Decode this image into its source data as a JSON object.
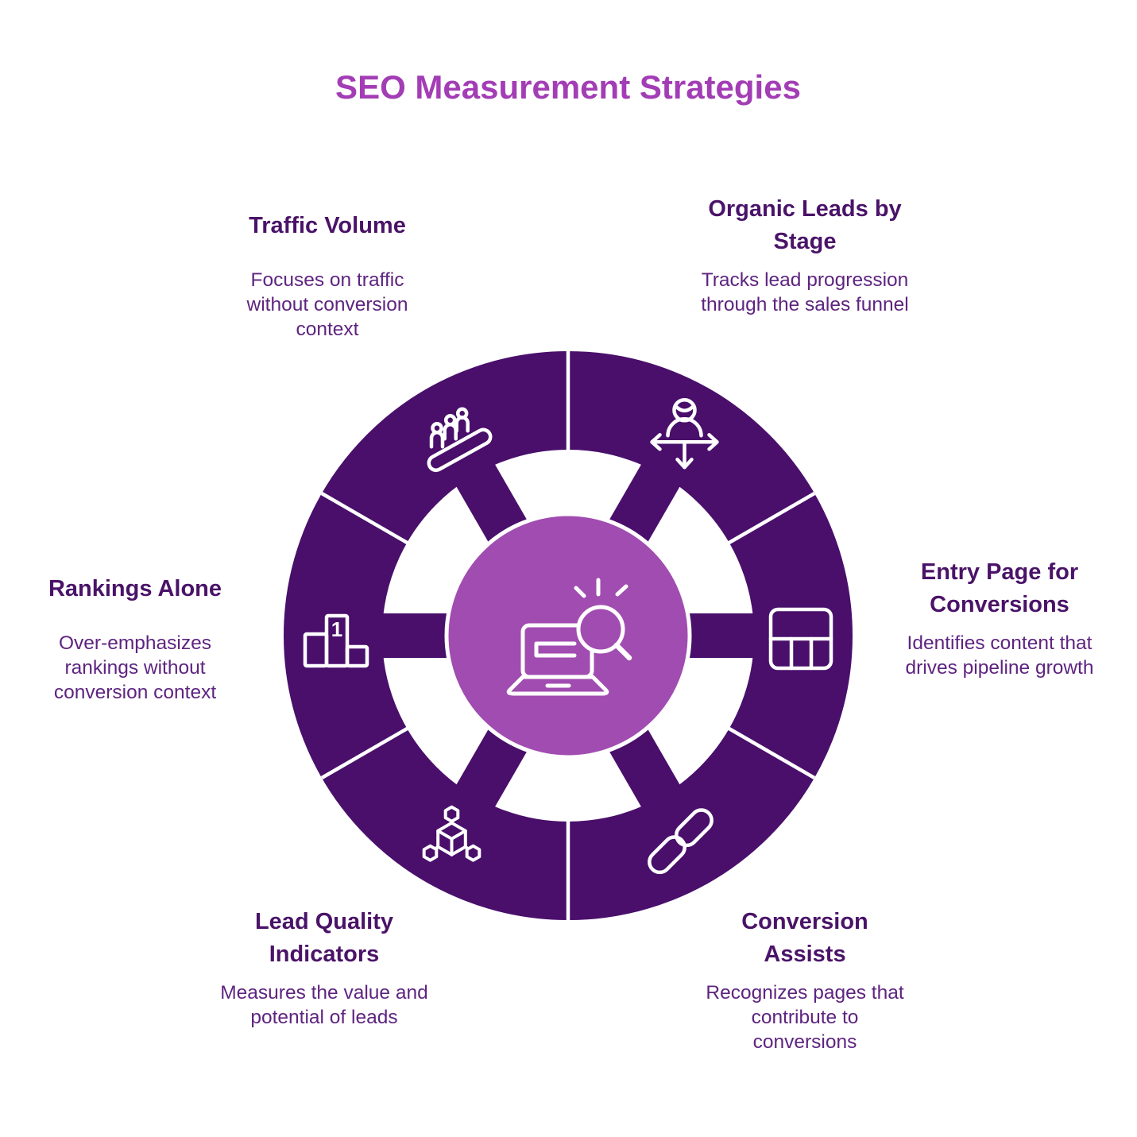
{
  "title": "SEO Measurement Strategies",
  "colors": {
    "ring_purple": "#490F6B",
    "center_purple": "#A14CB1",
    "title_purple": "#A33DB5",
    "heading_purple": "#4A1368",
    "body_purple": "#5E2480",
    "icon_white": "#FFFFFF",
    "background": "#FFFFFF"
  },
  "center": {
    "icon": "laptop-search-icon"
  },
  "segments": [
    {
      "id": "traffic-volume",
      "position": "top-left",
      "heading": "Traffic Volume",
      "description": "Focuses on traffic\nwithout conversion\ncontext",
      "icon": "people-escalator-icon"
    },
    {
      "id": "organic-leads-by-stage",
      "position": "top-right",
      "heading": "Organic Leads by\nStage",
      "description": "Tracks lead progression\nthrough the sales funnel",
      "icon": "person-direction-icon"
    },
    {
      "id": "entry-page-for-conversions",
      "position": "right",
      "heading": "Entry Page for\nConversions",
      "description": "Identifies content that\ndrives pipeline growth",
      "icon": "page-sections-icon"
    },
    {
      "id": "conversion-assists",
      "position": "bottom-right",
      "heading": "Conversion\nAssists",
      "description": "Recognizes pages that\ncontribute to\nconversions",
      "icon": "chain-link-icon"
    },
    {
      "id": "lead-quality-indicators",
      "position": "bottom-left",
      "heading": "Lead Quality\nIndicators",
      "description": "Measures the value and\npotential of leads",
      "icon": "cube-network-icon"
    },
    {
      "id": "rankings-alone",
      "position": "left",
      "heading": "Rankings Alone",
      "description": "Over-emphasizes\nrankings without\nconversion context",
      "icon": "podium-icon",
      "icon_label": "1"
    }
  ]
}
